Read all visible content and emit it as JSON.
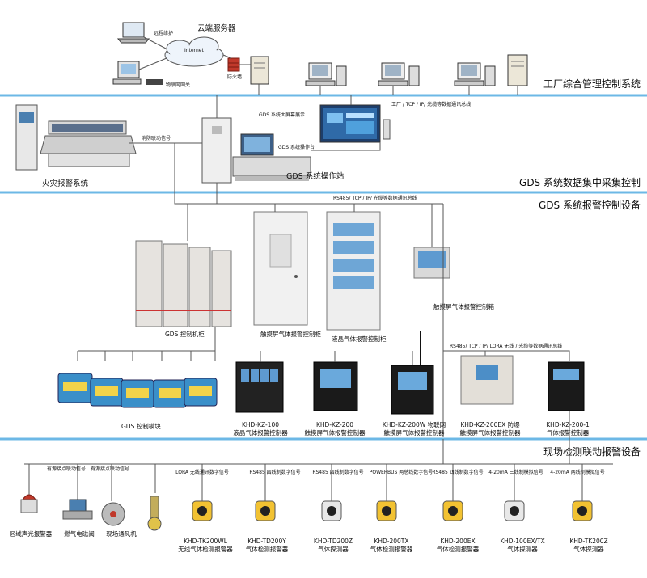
{
  "sections": {
    "factory_mgmt": "工厂综合管理控制系统",
    "data_collect": "GDS 系统数据集中采集控制",
    "alarm_ctrl": "GDS 系统报警控制设备",
    "field_detect": "现场检测联动报警设备"
  },
  "top": {
    "cloud_server": "云端服务器",
    "remote_maint": "远程维护",
    "internet": "Internet",
    "firewall": "防火墙",
    "iot_gateway": "物联网网关",
    "bus_label": "工厂 / TCP / IP/ 光缆等数据通讯总线"
  },
  "middle": {
    "fire_alarm_system": "火灾报警系统",
    "linkage_signal": "消防联动信号",
    "big_screen": "GDS 系统大屏幕展示",
    "operator_desk": "GDS 系统操作台",
    "workstation": "GDS 系统操作站",
    "bus_label": "RS485/ TCP / IP/ 光缆等数据通讯总线"
  },
  "cabinets": {
    "control_cabinet": "GDS 控制机柜",
    "touch_cabinet": "触摸屏气体报警控制柜",
    "lcd_cabinet": "液晶气体报警控制柜",
    "touch_box": "触摸屏气体报警控制箱"
  },
  "controllers": {
    "bus_label": "RS485/ TCP / IP/ LORA 无线 / 光缆等数据通讯总线",
    "module": "GDS 控制模块",
    "items": [
      {
        "model": "KHD-KZ-100",
        "desc": "液晶气体报警控制器"
      },
      {
        "model": "KHD-KZ-200",
        "desc": "触摸屏气体报警控制器"
      },
      {
        "model": "KHD-KZ-200W 物联网",
        "desc": "触摸屏气体报警控制器"
      },
      {
        "model": "KHD-KZ-200EX 防爆",
        "desc": "触摸屏气体报警控制器"
      },
      {
        "model": "KHD-KZ-200-1",
        "desc": "气体报警控制器"
      }
    ]
  },
  "field": {
    "passive_linkage_1": "有源接点联动信号",
    "passive_linkage_2": "有源接点联动信号",
    "signals": [
      "LORA 无线通讯数字信号",
      "RS485 四线制数字信号",
      "RS485 四线制数字信号",
      "POWERBUS 两总线数字信号",
      "RS485 四线制数字信号",
      "4-20mA 三线制模拟信号",
      "4-20mA 两线制模拟信号"
    ],
    "actuators": [
      "区域声光报警器",
      "燃气电磁阀",
      "现场通风机"
    ],
    "detectors": [
      {
        "model": "KHD-TK200WL",
        "desc": "无线气体检测报警器"
      },
      {
        "model": "KHD-TD200Y",
        "desc": "气体检测报警器"
      },
      {
        "model": "KHD-TD200Z",
        "desc": "气体探测器"
      },
      {
        "model": "KHD-200TX",
        "desc": "气体检测报警器"
      },
      {
        "model": "KHD-200EX",
        "desc": "气体检测报警器"
      },
      {
        "model": "KHD-100EX/TX",
        "desc": "气体探测器"
      },
      {
        "model": "KHD-TK200Z",
        "desc": "气体探测器"
      }
    ]
  },
  "colors": {
    "band": "#6cb8e6",
    "cabinet": "#e6e6e6",
    "module": "#3a8fc9",
    "detector": "#f2c232",
    "wire": "#555555"
  }
}
